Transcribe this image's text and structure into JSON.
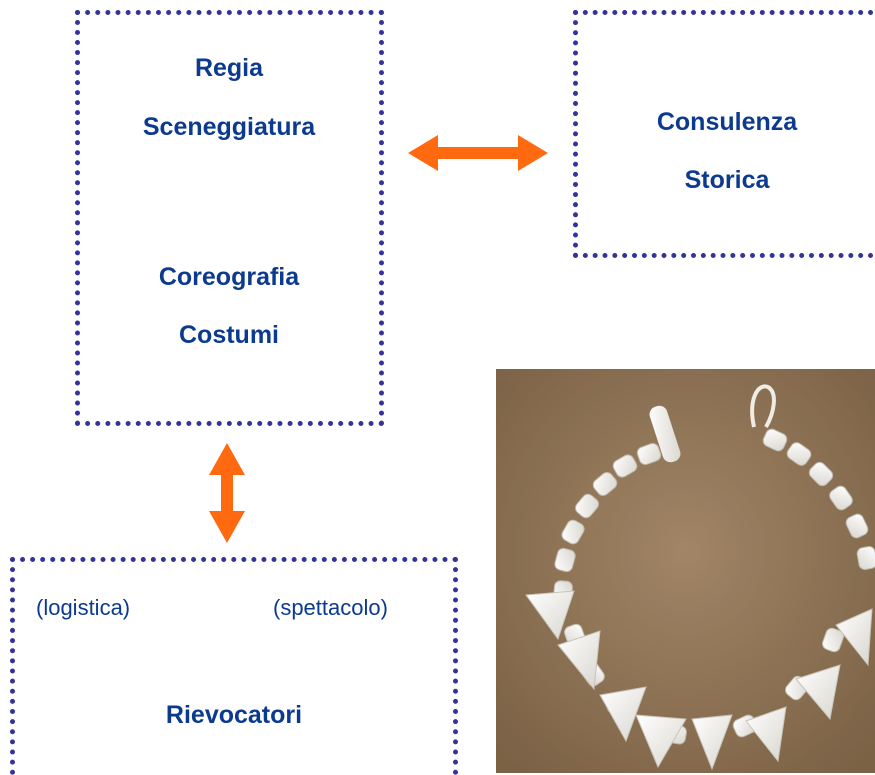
{
  "boxes": {
    "main": {
      "line1": "Regia",
      "line2": "Sceneggiatura",
      "line3": "Coreografia",
      "line4": "Costumi"
    },
    "consult": {
      "line1": "Consulenza",
      "line2": "Storica"
    },
    "riev": {
      "left_note": "(logistica)",
      "right_note": "(spettacolo)",
      "title": "Rievocatori"
    }
  },
  "colors": {
    "text": "#0b3a8f",
    "border": "#33339a",
    "arrow": "#ff6a10"
  },
  "icons": {
    "horizontal": "double-arrow-horizontal-icon",
    "vertical": "double-arrow-vertical-icon"
  }
}
